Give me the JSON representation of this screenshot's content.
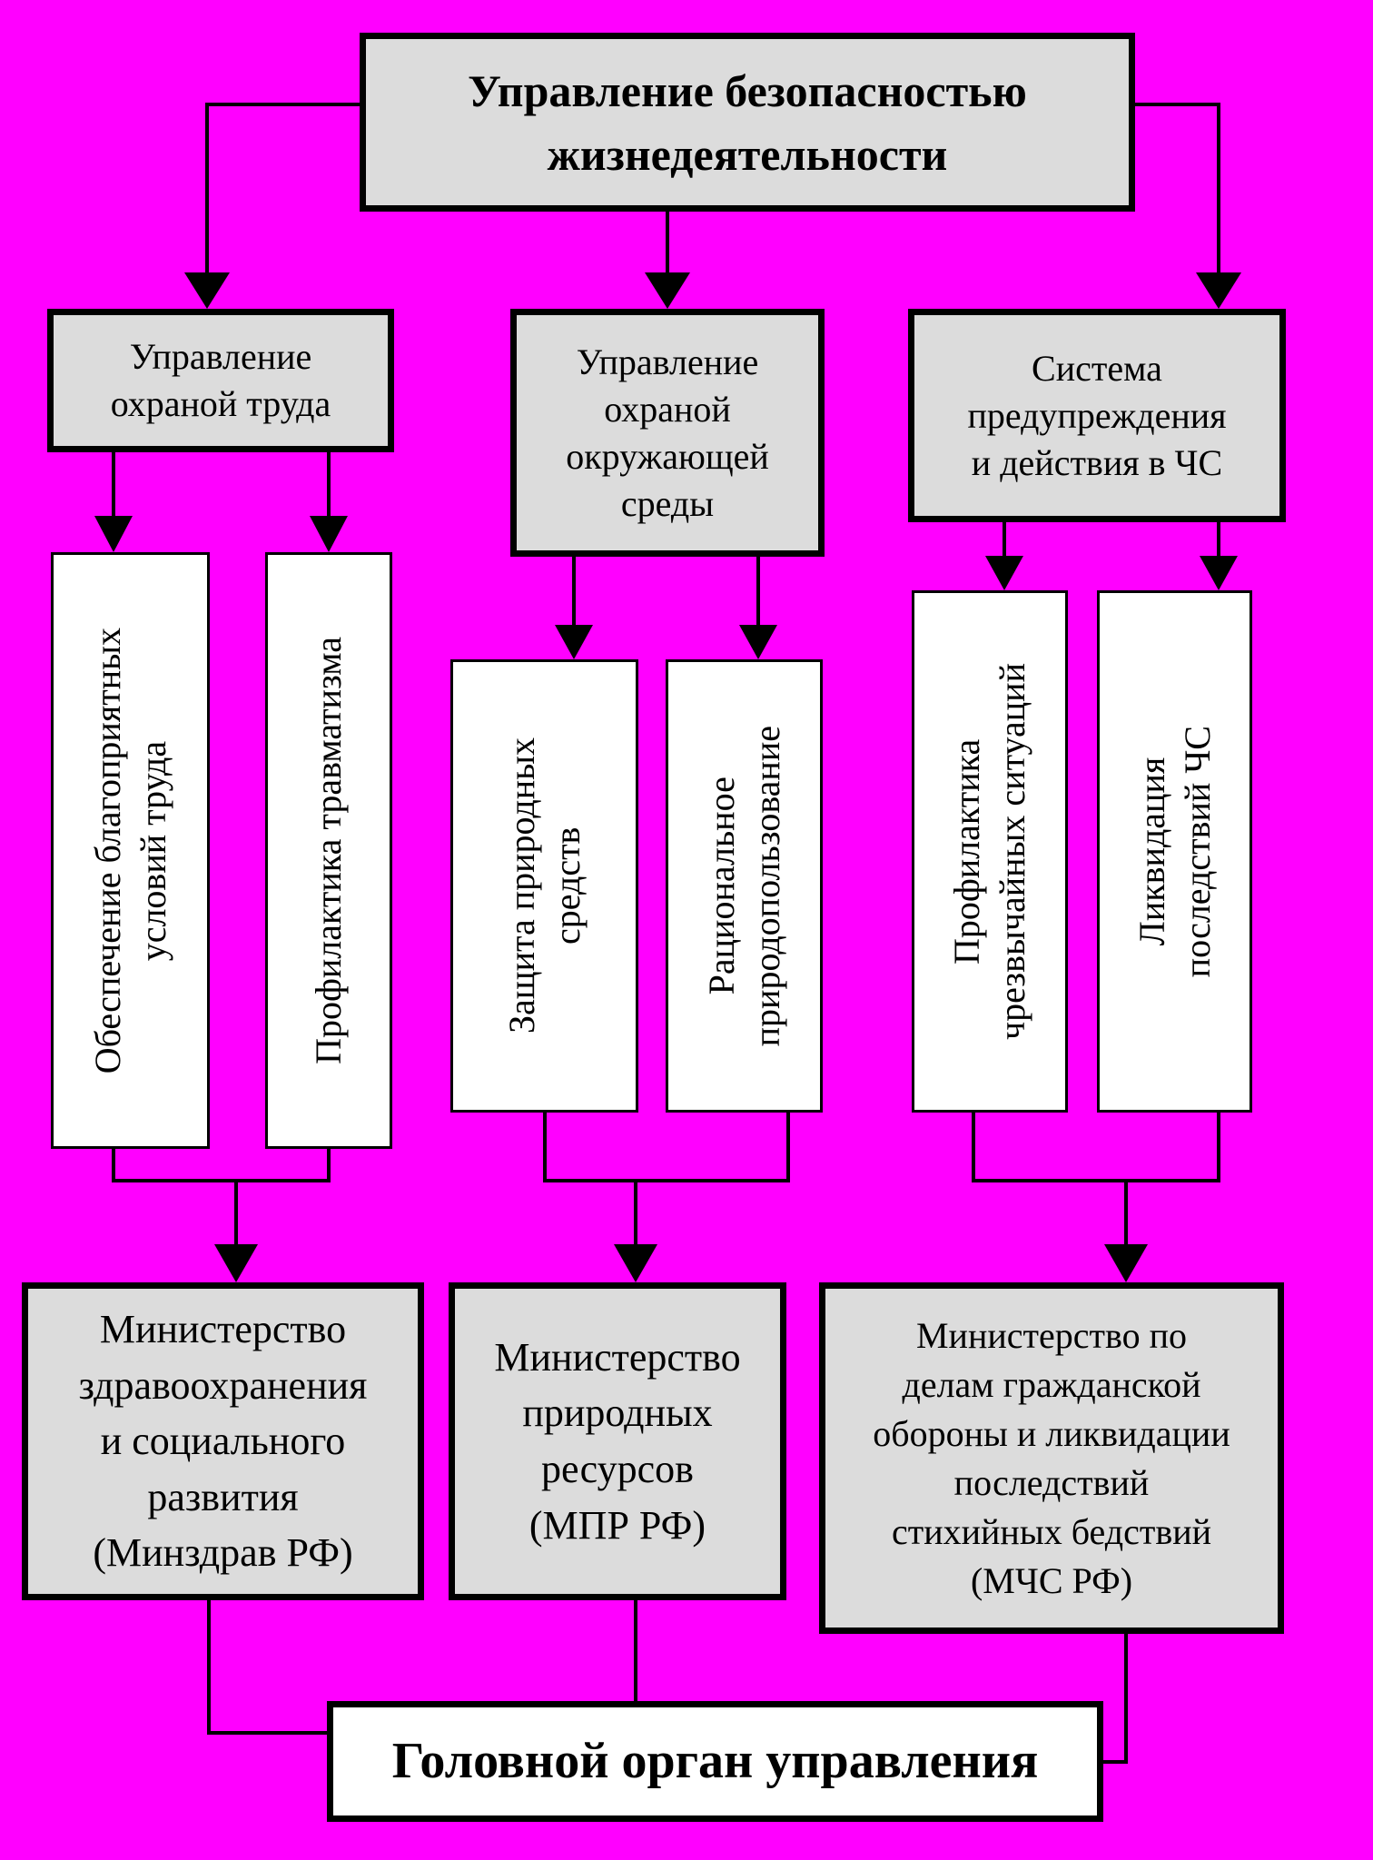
{
  "colors": {
    "background": "#FF00FF",
    "box_gray": "#DCDCDC",
    "box_white": "#FFFFFF",
    "line": "#000000"
  },
  "root": "Управление безопасностью\nжизнедеятельности",
  "branches": [
    "Управление\nохраной труда",
    "Управление\nохраной\nокружающей\nсреды",
    "Система\nпредупреждения\nи действия в ЧС"
  ],
  "tasks": [
    "Обеспечение благоприятных\nусловий труда",
    "Профилактика травматизма",
    "Защита природных\nсредств",
    "Рациональное\nприродопользование",
    "Профилактика\nчрезвычайных ситуаций",
    "Ликвидация\nпоследствий ЧС"
  ],
  "ministries": [
    "Министерство\nздравоохранения\nи социального\nразвития\n(Минздрав РФ)",
    "Министерство\nприродных\nресурсов\n(МПР РФ)",
    "Министерство по\nделам гражданской\nобороны и ликвидации\nпоследствий\nстихийных бедствий\n(МЧС РФ)"
  ],
  "head": "Головной орган управления"
}
